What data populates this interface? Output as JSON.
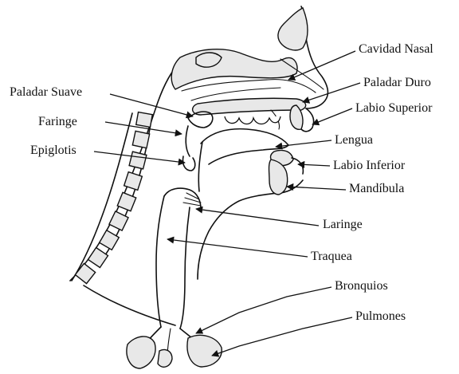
{
  "diagram": {
    "labels": {
      "cavidad_nasal": "Cavidad Nasal",
      "paladar_suave": "Paladar Suave",
      "paladar_duro": "Paladar Duro",
      "faringe": "Faringe",
      "labio_superior": "Labio Superior",
      "lengua": "Lengua",
      "epiglotis": "Epiglotis",
      "labio_inferior": "Labio Inferior",
      "mandibula": "Mandíbula",
      "laringe": "Laringe",
      "traquea": "Traquea",
      "bronquios": "Bronquios",
      "pulmones": "Pulmones"
    }
  }
}
